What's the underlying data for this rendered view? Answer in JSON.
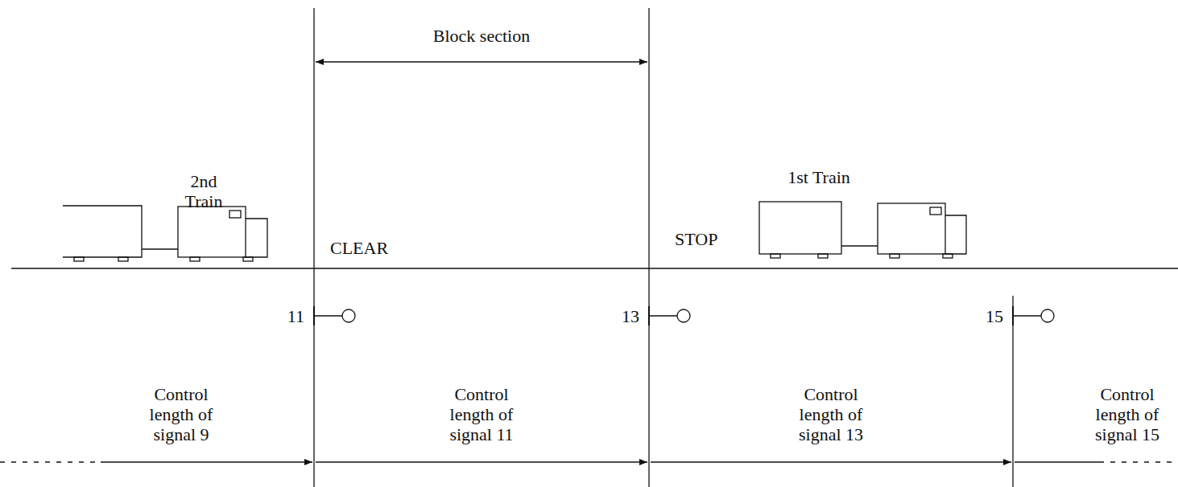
{
  "diagram": {
    "labels": [
      "Block section",
      "2nd Train",
      "1st Train",
      "CLEAR",
      "STOP",
      "11",
      "13",
      "15",
      "Control length of signal 9",
      "Control length of signal 11",
      "Control length of signal 13",
      "Control length of signal 15"
    ]
  }
}
